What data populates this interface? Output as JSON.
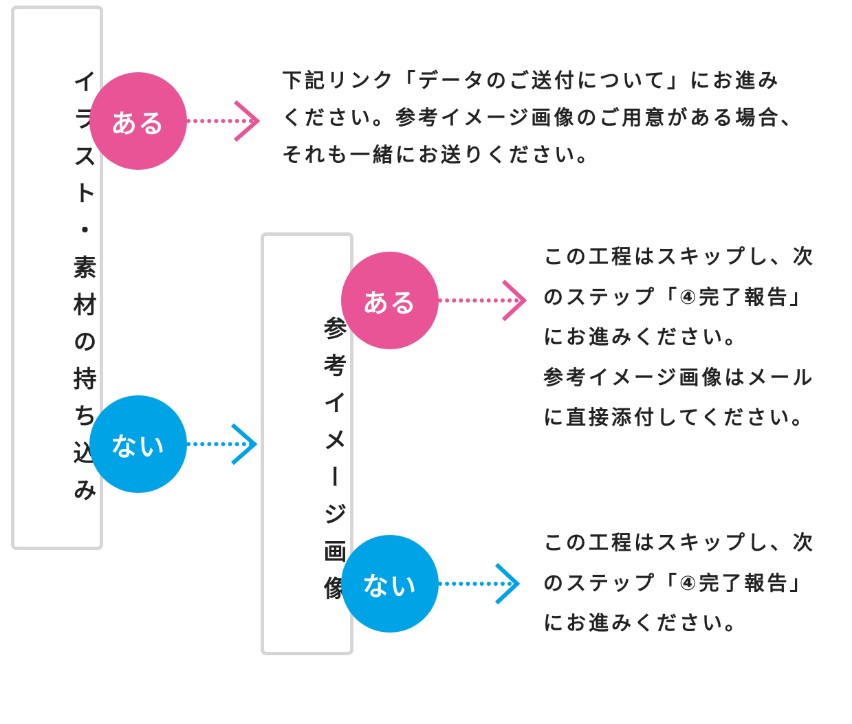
{
  "left_box": {
    "label": "イラスト・素材の持ち込み"
  },
  "middle_box": {
    "label": "参考イメージ画像"
  },
  "branches": {
    "top_yes": {
      "label": "ある",
      "color": "#e95497"
    },
    "top_no": {
      "label": "ない",
      "color": "#00a4e6"
    },
    "sub_yes": {
      "label": "ある",
      "color": "#e95497"
    },
    "sub_no": {
      "label": "ない",
      "color": "#00a4e6"
    }
  },
  "texts": {
    "top_yes": [
      "下記リンク「データのご送付について」にお進み",
      "ください。参考イメージ画像のご用意がある場合、",
      "それも一緒にお送りください。"
    ],
    "sub_yes": [
      "この工程はスキップし、次",
      "のステップ「④完了報告」",
      "にお進みください。",
      "参考イメージ画像はメール",
      "に直接添付してください。"
    ],
    "sub_no": [
      "この工程はスキップし、次",
      "のステップ「④完了報告」",
      "にお進みください。"
    ]
  }
}
